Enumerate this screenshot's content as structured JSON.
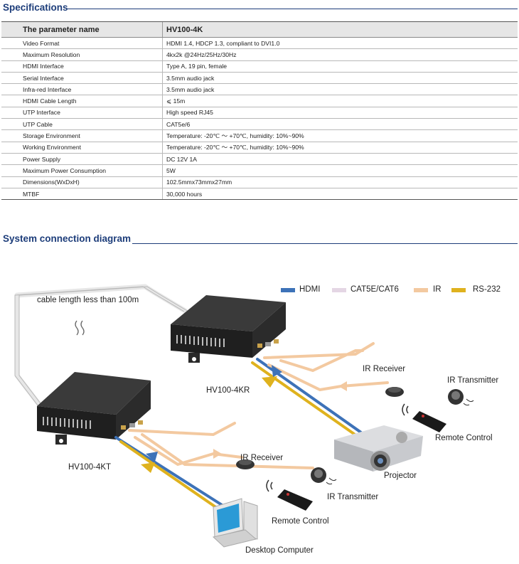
{
  "specifications": {
    "title": "Specifications",
    "header": {
      "param": "The parameter name",
      "model": "HV100-4K"
    },
    "rows": [
      {
        "name": "Video Format",
        "value": "HDMI 1.4, HDCP 1.3, compliant to DVI1.0"
      },
      {
        "name": "Maximum Resolution",
        "value": "4kx2k @24Hz/25Hz/30Hz"
      },
      {
        "name": "HDMI Interface",
        "value": "Type A, 19 pin, female"
      },
      {
        "name": "Serial Interface",
        "value": "3.5mm audio jack"
      },
      {
        "name": "Infra-red Interface",
        "value": "3.5mm audio jack"
      },
      {
        "name": "HDMI Cable Length",
        "value": "⩽ 15m"
      },
      {
        "name": "UTP Interface",
        "value": "High speed RJ45"
      },
      {
        "name": "UTP Cable",
        "value": "CAT5e/6"
      },
      {
        "name": "Storage Environment",
        "value": "Temperature: -20℃ ～ +70℃, humidity: 10%~90%"
      },
      {
        "name": "Working Environment",
        "value": "Temperature: -20℃ ～ +70℃, humidity: 10%~90%"
      },
      {
        "name": "Power Supply",
        "value": "DC 12V 1A"
      },
      {
        "name": "Maximum Power Consumption",
        "value": "5W"
      },
      {
        "name": "Dimensions(WxDxH)",
        "value": "102.5mmx73mmx27mm"
      },
      {
        "name": "MTBF",
        "value": "30,000 hours"
      }
    ]
  },
  "diagram": {
    "title": "System connection diagram",
    "legend": [
      {
        "label": "HDMI",
        "color": "#3d72b8"
      },
      {
        "label": "CAT5E/CAT6",
        "color": "#e4d6e4"
      },
      {
        "label": "IR",
        "color": "#f3c9a0"
      },
      {
        "label": "RS-232",
        "color": "#dfb21e"
      }
    ],
    "labels": {
      "cable_length": "cable length less than 100m",
      "receiver_unit": "HV100-4KR",
      "transmitter_unit": "HV100-4KT",
      "ir_receiver_top": "IR Receiver",
      "ir_transmitter_top": "IR Transmitter",
      "remote_control_top": "Remote Control",
      "projector": "Projector",
      "ir_receiver_bottom": "IR Receiver",
      "ir_transmitter_bottom": "IR Transmitter",
      "remote_control_bottom": "Remote Control",
      "desktop_computer": "Desktop Computer"
    }
  }
}
